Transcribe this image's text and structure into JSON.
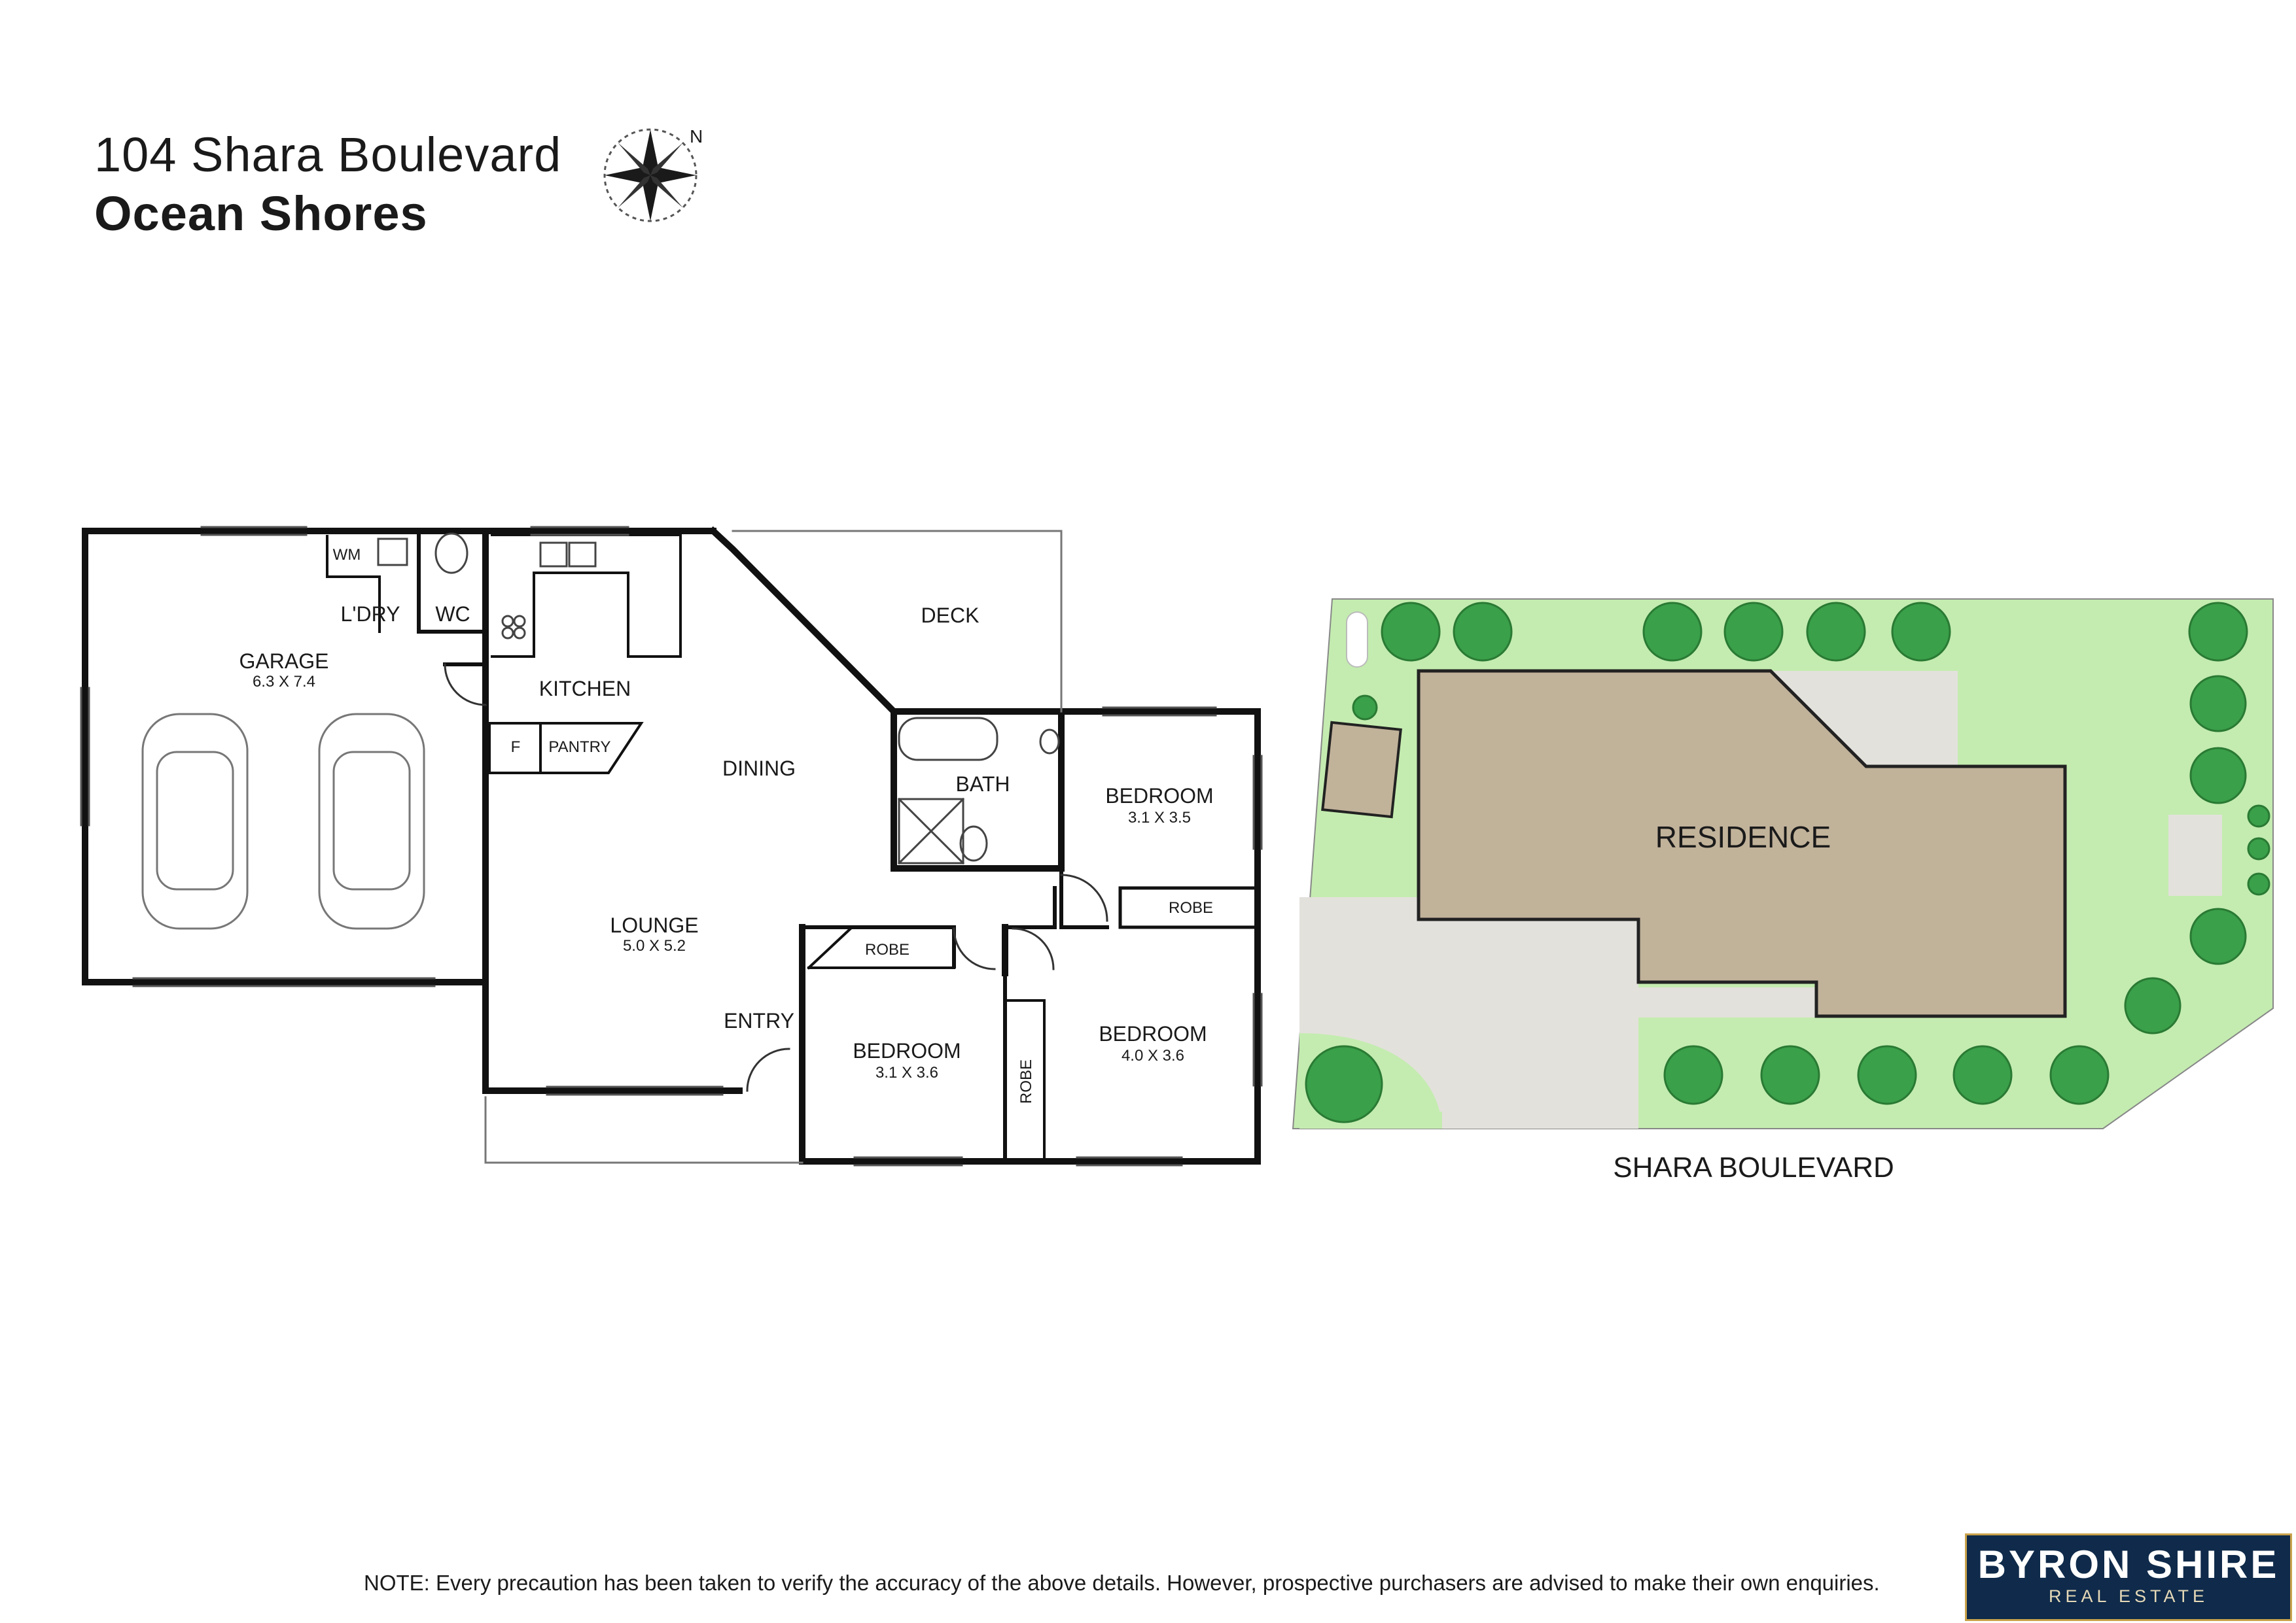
{
  "header": {
    "address_line": "104 Shara Boulevard",
    "suburb": "Ocean Shores",
    "compass_letter": "N"
  },
  "floor_plan": {
    "rooms": {
      "garage": "GARAGE",
      "garage_size": "6.3 X 7.4",
      "laundry": "L'DRY",
      "washing_machine": "WM",
      "wc": "WC",
      "kitchen": "KITCHEN",
      "fridge": "F",
      "pantry": "PANTRY",
      "deck": "DECK",
      "dining": "DINING",
      "bath": "BATH",
      "lounge": "LOUNGE",
      "lounge_size": "5.0 X 5.2",
      "entry": "ENTRY",
      "bedroom": "BEDROOM",
      "bedroom1_size": "3.1 X 3.5",
      "bedroom2_size": "3.1 X 3.6",
      "bedroom3_size": "4.0 X 3.6",
      "robe": "ROBE"
    }
  },
  "site_plan": {
    "residence": "RESIDENCE",
    "street": "SHARA BOULEVARD"
  },
  "footer": {
    "note": "NOTE: Every precaution has been taken to verify the accuracy of the above details. However, prospective purchasers are advised to make their own enquiries.",
    "logo_main": "BYRON SHIRE",
    "logo_sub": "REAL ESTATE"
  },
  "colors": {
    "lawn": "#c4ecb0",
    "residence": "#c1b29a",
    "paving": "#e3e1dc",
    "tree": "#3aa04a"
  }
}
